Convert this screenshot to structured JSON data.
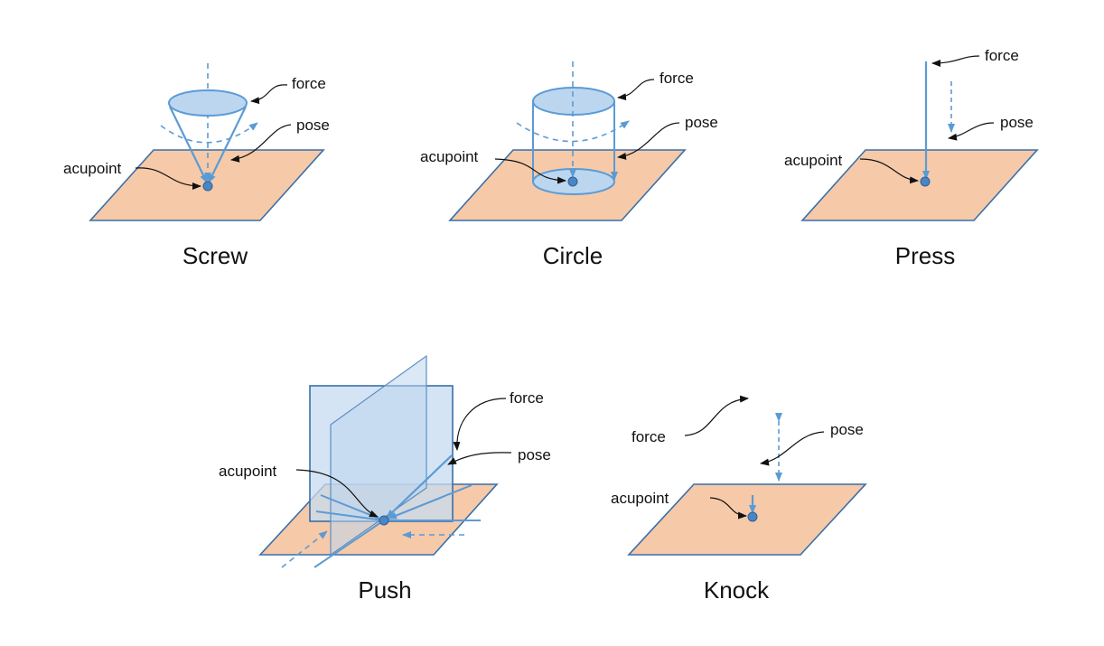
{
  "labels": {
    "force": "force",
    "pose": "pose",
    "acupoint": "acupoint"
  },
  "panels": {
    "screw": "Screw",
    "circle": "Circle",
    "press": "Press",
    "push": "Push",
    "knock": "Knock"
  },
  "colors": {
    "plane_fill": "#f6c9a8",
    "plane_stroke": "#3a6fa8",
    "accent_blue": "#5b9bd5",
    "shape_fill": "#bcd6ef"
  }
}
